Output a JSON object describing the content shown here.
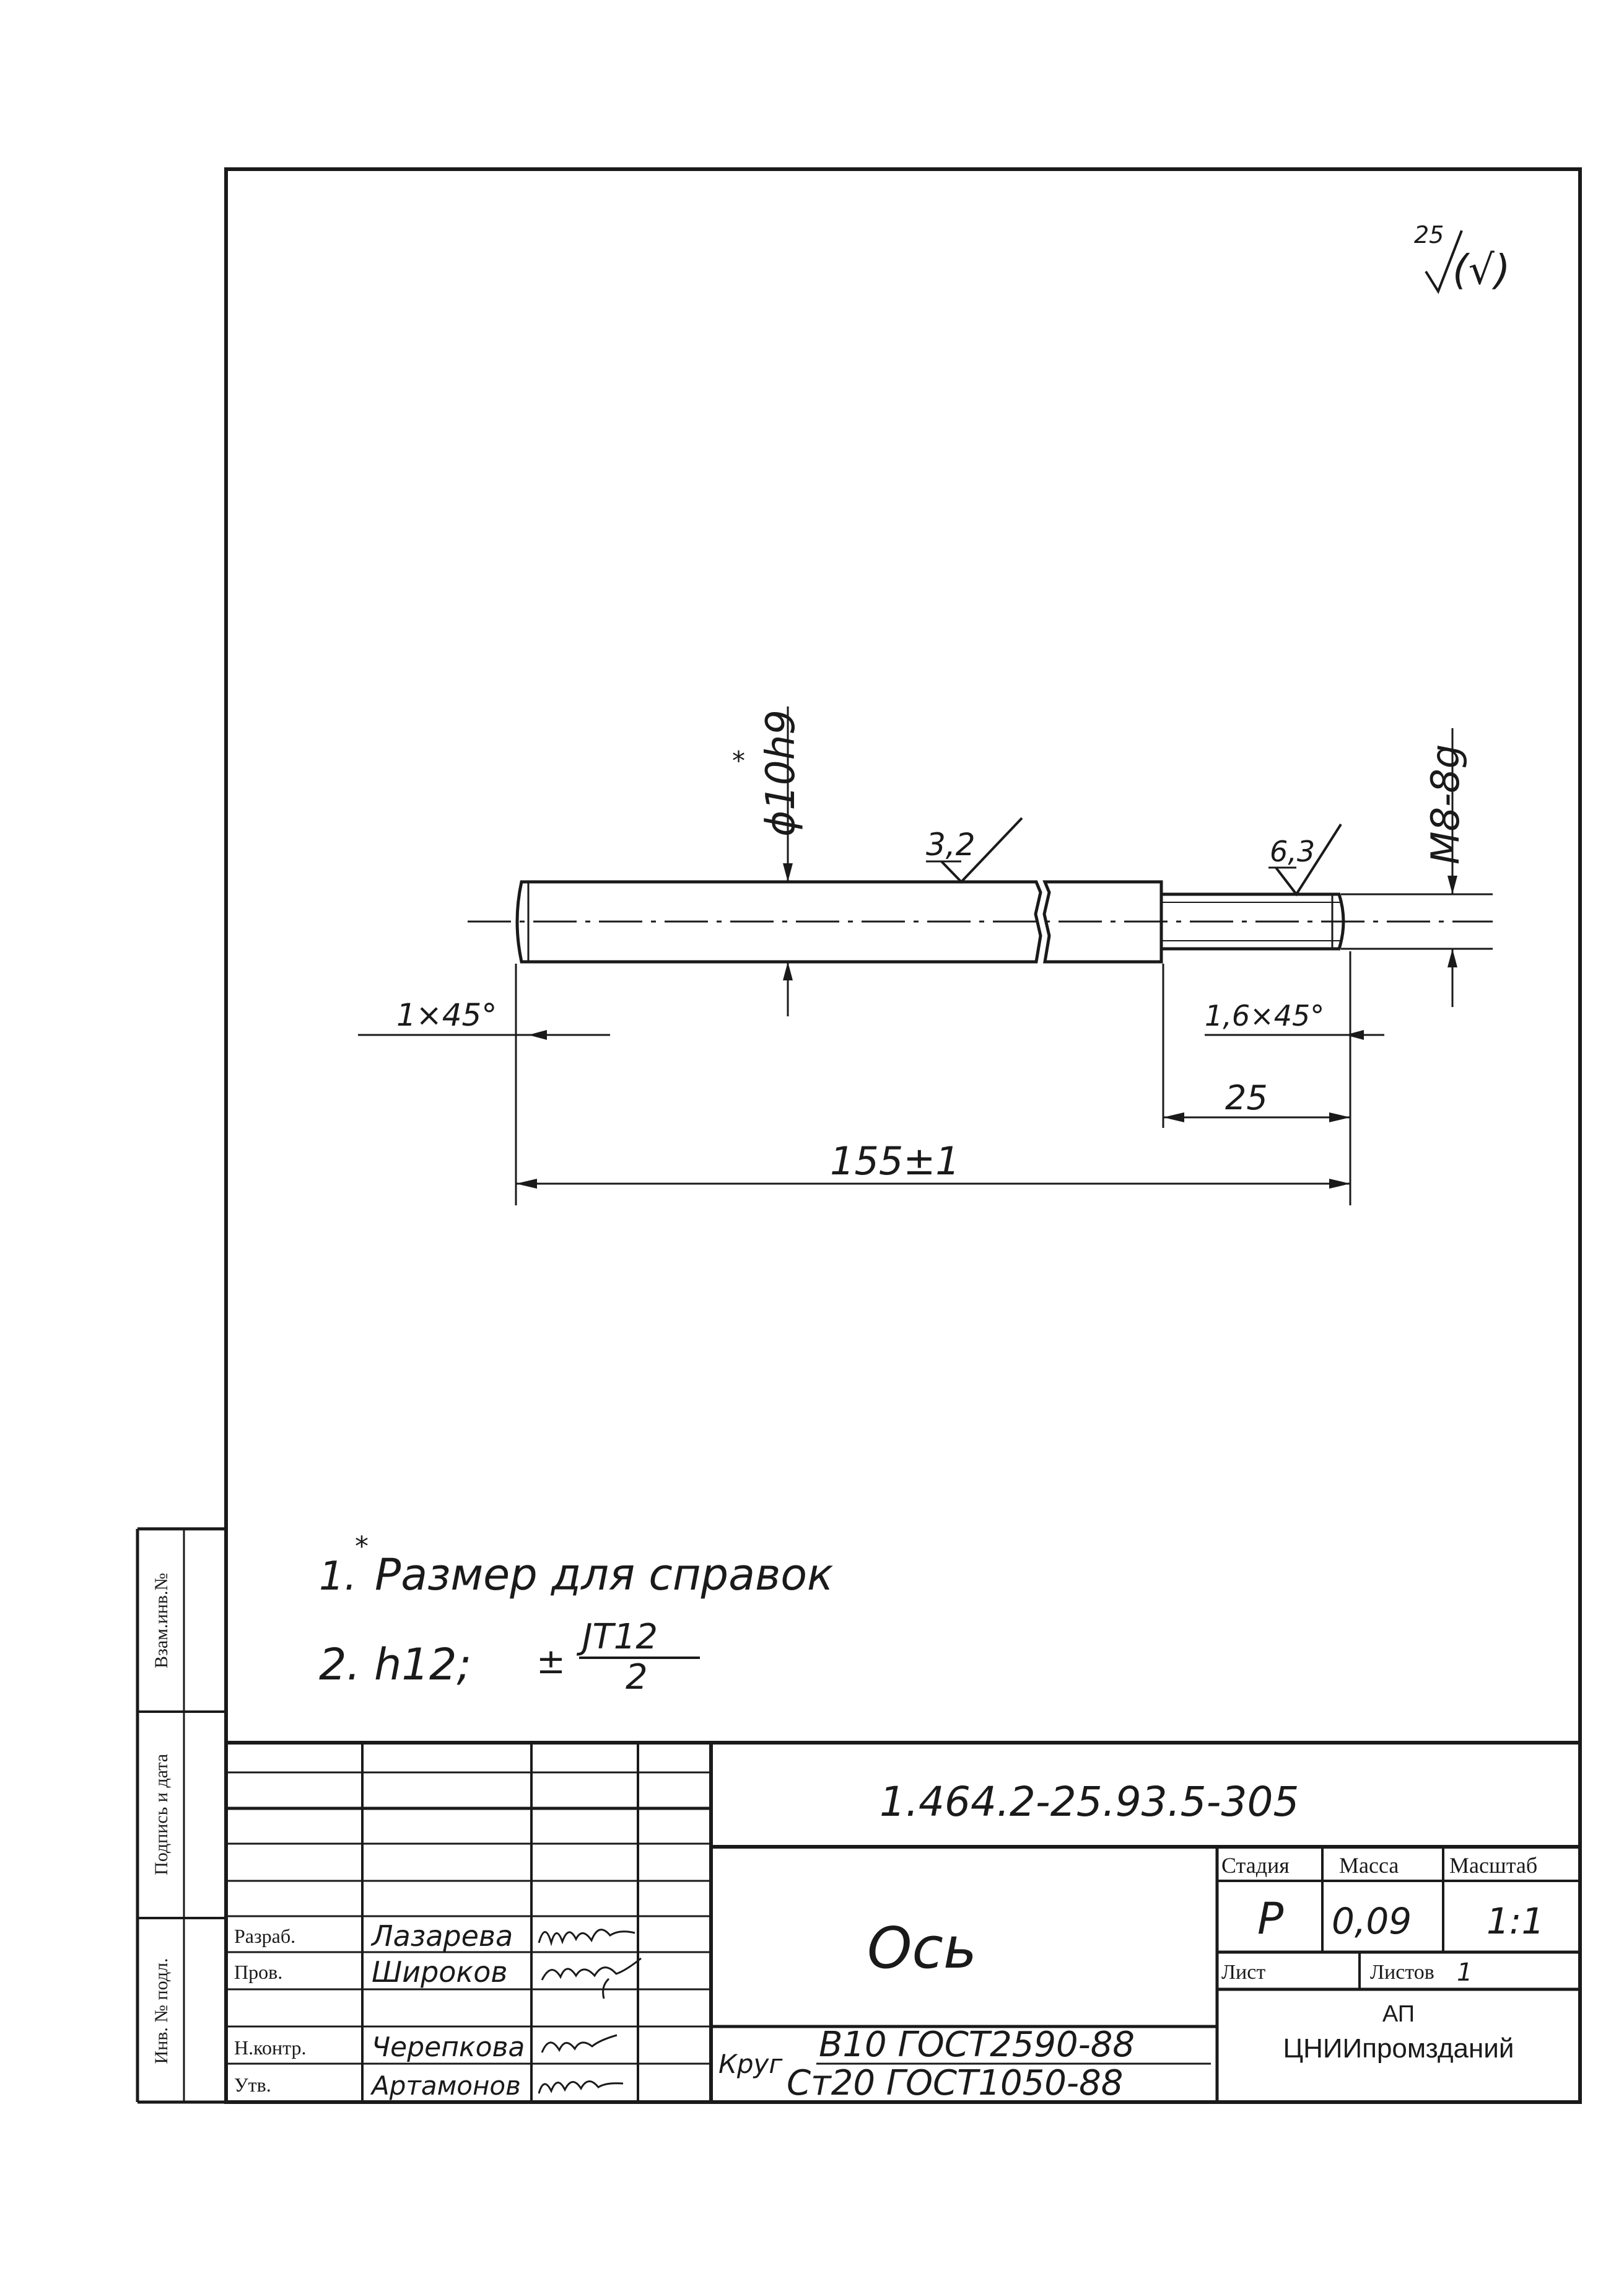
{
  "roughness": {
    "corner_value": "25",
    "corner_extra": "(√)",
    "body": "3,2",
    "thread": "6,3"
  },
  "dimensions": {
    "diameter": "ϕ10h9",
    "diameter_mark": "*",
    "thread": "M8-8g",
    "chamfer_left": "1×45°",
    "chamfer_right": "1,6×45°",
    "thread_length": "25",
    "overall_length": "155±1"
  },
  "notes": {
    "n1_num": "1.",
    "n1_mark": "*",
    "n1_text": "Размер для справок",
    "n2_prefix": "2. h12;",
    "n2_pm": "±",
    "n2_numer": "JT12",
    "n2_denom": "2"
  },
  "margin_labels": {
    "inv_podl": "Инв. № подл.",
    "podpis_data": "Подпись и дата",
    "vzam_inv": "Взам.инв.№"
  },
  "title_block": {
    "doc_number": "1.464.2-25.93.5-305",
    "part_name": "Ось",
    "headers": {
      "stage": "Стадия",
      "mass": "Масса",
      "scale": "Масштаб"
    },
    "values": {
      "stage": "Р",
      "mass": "0,09",
      "scale": "1:1"
    },
    "sheet_label": "Лист",
    "sheets_label": "Листов",
    "sheets_value": "1",
    "org_line1": "АП",
    "org_line2": "ЦНИИпромзданий",
    "material_prefix": "Круг",
    "material_line1": "В10 ГОСТ2590-88",
    "material_line2": "Ст20  ГОСТ1050-88",
    "roles": [
      {
        "role": "Разраб.",
        "name": "Лазарева"
      },
      {
        "role": "Пров.",
        "name": "Широков"
      },
      {
        "role": "",
        "name": ""
      },
      {
        "role": "Н.контр.",
        "name": "Черепкова"
      },
      {
        "role": "Утв.",
        "name": "Артамонов"
      }
    ]
  }
}
